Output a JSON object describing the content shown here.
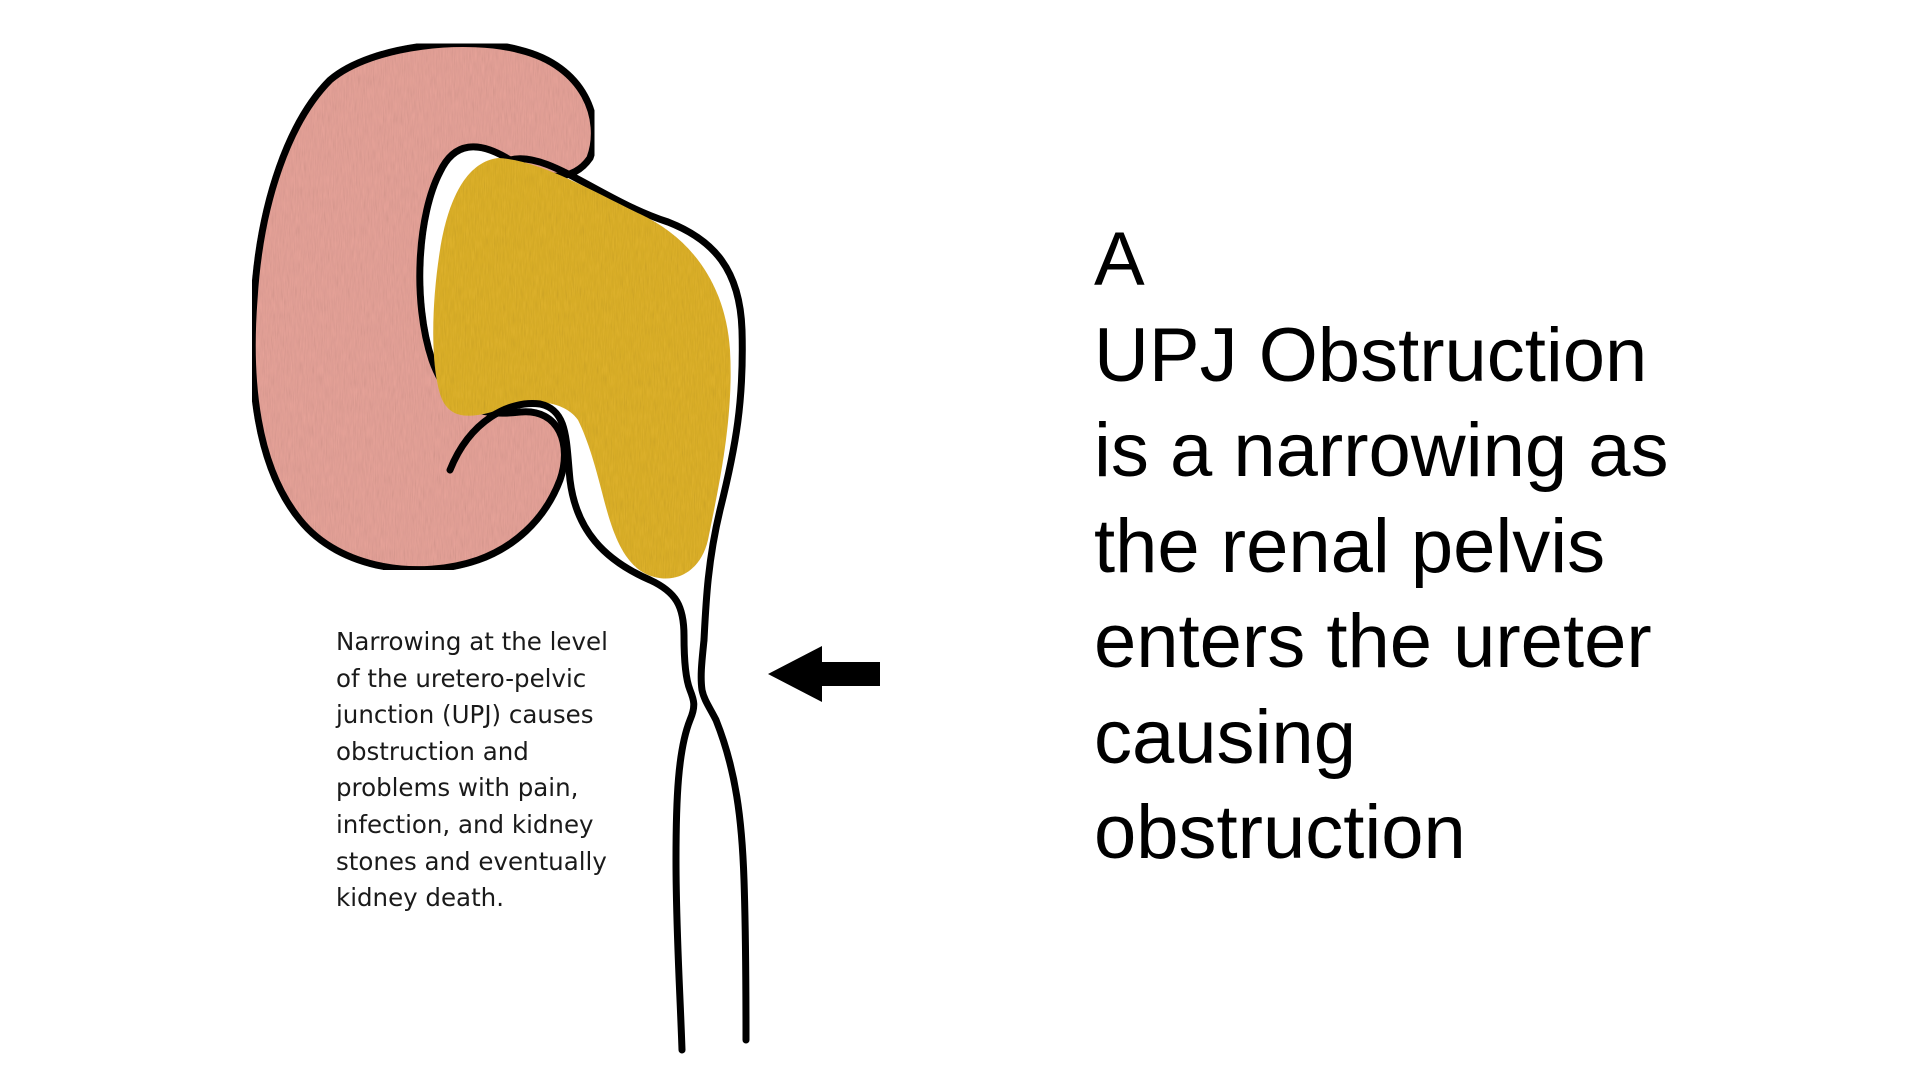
{
  "headline": {
    "lines": [
      "A",
      "UPJ Obstruction",
      "is a narrowing as",
      "the renal pelvis",
      "enters the ureter",
      "causing",
      "obstruction"
    ]
  },
  "caption": {
    "lines": [
      "Narrowing at the level",
      "of the uretero-pelvic",
      "junction (UPJ) causes",
      "obstruction and",
      "problems with pain,",
      "infection, and kidney",
      "stones and eventually",
      "kidney death."
    ]
  },
  "colors": {
    "kidney": "#e8a49a",
    "pelvis": "#e0b32a",
    "outline": "#000000",
    "arrow": "#000000"
  },
  "icons": {
    "pointer": "left-arrow-icon"
  }
}
